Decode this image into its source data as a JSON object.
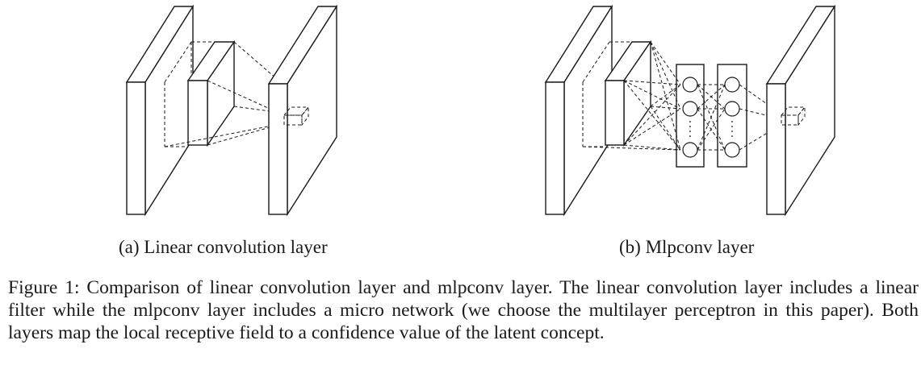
{
  "subfigures": [
    {
      "caption": "(a) Linear convolution layer"
    },
    {
      "caption": "(b) Mlpconv layer"
    }
  ],
  "caption": "Figure 1: Comparison of linear convolution layer and mlpconv layer. The linear convolution layer includes a linear filter while the mlpconv layer includes a micro network (we choose the multilayer perceptron in this paper). Both layers map the local receptive field to a confidence value of the latent concept."
}
